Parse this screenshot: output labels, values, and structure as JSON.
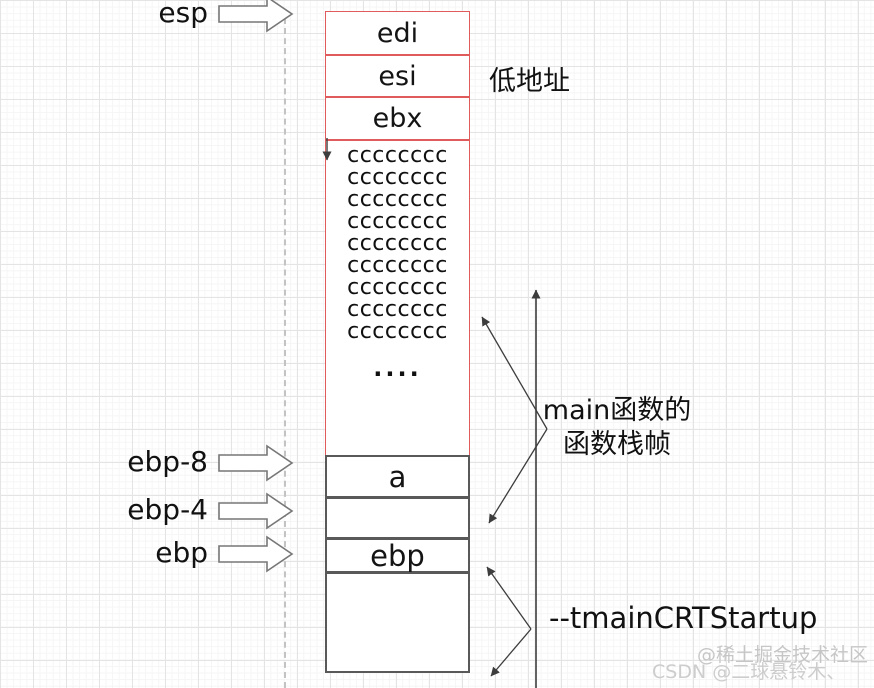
{
  "pointers": [
    {
      "label": "esp"
    },
    {
      "label": "ebp-8"
    },
    {
      "label": "ebp-4"
    },
    {
      "label": "ebp"
    }
  ],
  "stack": {
    "registers": [
      "edi",
      "esi",
      "ebx"
    ],
    "fill_rows": [
      "cccccccc",
      "cccccccc",
      "cccccccc",
      "cccccccc",
      "cccccccc",
      "cccccccc",
      "cccccccc",
      "cccccccc",
      "cccccccc"
    ],
    "ellipsis": "....",
    "var_cell": "a",
    "empty_cell": "",
    "ebp_cell": "ebp",
    "bottom_cell": ""
  },
  "annotations": {
    "low_address": "低地址",
    "main_frame_line1": "main函数的",
    "main_frame_line2": "函数栈帧",
    "startup": "--tmainCRTStartup"
  },
  "watermark": {
    "line1": "@稀土掘金技术社区",
    "line2": "CSDN @二球悬铃木、"
  },
  "colors": {
    "frame_red": "#e05c5c",
    "cell_gray": "#595959",
    "line_dark": "#3d3d3d",
    "arrow_outline": "#777777",
    "watermark_gray": "#c6c6c6"
  }
}
